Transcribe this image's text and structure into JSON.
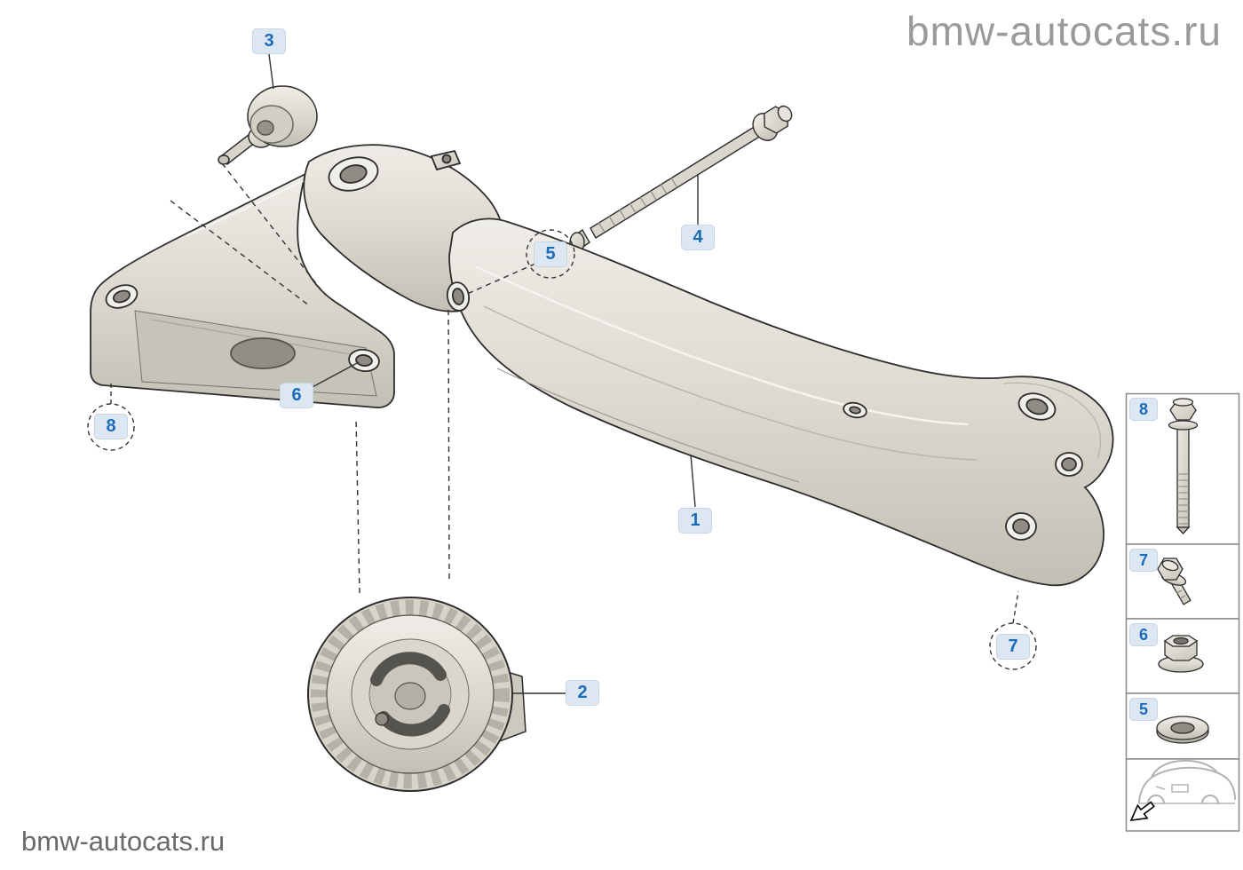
{
  "page": {
    "background": "#ffffff"
  },
  "watermarks": {
    "top_right": "bmw-autocats.ru",
    "bottom_left": "bmw-autocats.ru"
  },
  "colors": {
    "callout_bg": "#dde7f2",
    "callout_text": "#1c6bb8",
    "part_outline": "#2e2d2b",
    "metal_light": "#efede7",
    "metal_dark": "#c2bfb4",
    "watermark_top": "#9a9a9a",
    "watermark_bottom": "#6a6a6a"
  },
  "callouts": {
    "c1": "1",
    "c2": "2",
    "c3": "3",
    "c4": "4",
    "c5": "5",
    "c6": "6",
    "c7": "7",
    "c8": "8"
  },
  "legend": {
    "items": [
      {
        "num": "8",
        "icon": "hex-bolt-long-icon"
      },
      {
        "num": "7",
        "icon": "hex-screw-short-icon"
      },
      {
        "num": "6",
        "icon": "hex-flange-nut-icon"
      },
      {
        "num": "5",
        "icon": "washer-icon"
      }
    ],
    "thumbnail_icon": "car-front-sketch-icon",
    "arrow_icon": "direction-arrow-icon"
  },
  "diagram_parts": [
    {
      "num": "1",
      "icon": "gearbox-crossmember-drawing"
    },
    {
      "num": "2",
      "icon": "transmission-mount-drawing"
    },
    {
      "num": "3",
      "icon": "vibration-damper-drawing"
    },
    {
      "num": "4",
      "icon": "long-hex-bolt-drawing"
    },
    {
      "num": "5",
      "icon": "washer-drawing"
    },
    {
      "num": "6",
      "icon": "flange-nut-hole-drawing"
    },
    {
      "num": "7",
      "icon": "screw-point-drawing"
    },
    {
      "num": "8",
      "icon": "bolt-point-drawing"
    }
  ]
}
